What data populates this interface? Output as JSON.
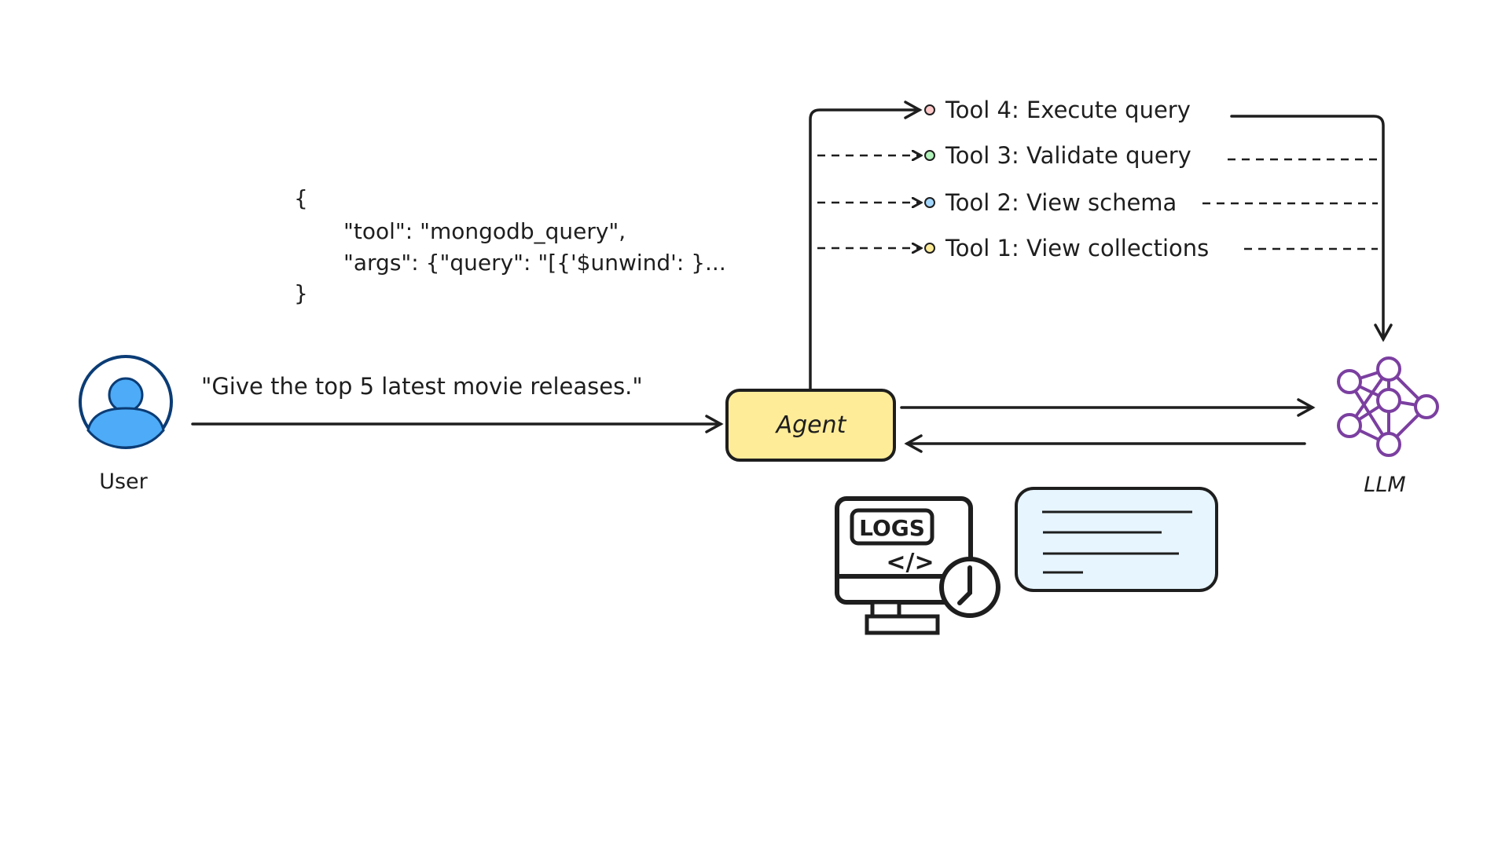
{
  "user": {
    "label": "User",
    "color": "#1971c2",
    "fill": "#4dabf7"
  },
  "user_message": "\"Give the top 5 latest movie releases.\"",
  "agent": {
    "label": "Agent",
    "fill": "#ffec99"
  },
  "llm": {
    "label": "LLM",
    "color": "#6741d9"
  },
  "tool_call": {
    "open": "{",
    "line1": "\"tool\": \"mongodb_query\",",
    "line2": "\"args\": {\"query\": \"[{'$unwind': }...",
    "close": "}"
  },
  "tools": [
    {
      "label": "Tool 4: Execute query",
      "dot_color": "#ffc9c9",
      "style": "solid"
    },
    {
      "label": "Tool 3: Validate query",
      "dot_color": "#b2f2bb",
      "style": "dashed"
    },
    {
      "label": "Tool 2: View schema",
      "dot_color": "#a5d8ff",
      "style": "dashed"
    },
    {
      "label": "Tool 1: View collections",
      "dot_color": "#ffec99",
      "style": "dashed"
    }
  ],
  "logs": {
    "label": "LOGS",
    "code": "</>"
  },
  "note_box": {
    "fill": "#e7f5ff"
  }
}
